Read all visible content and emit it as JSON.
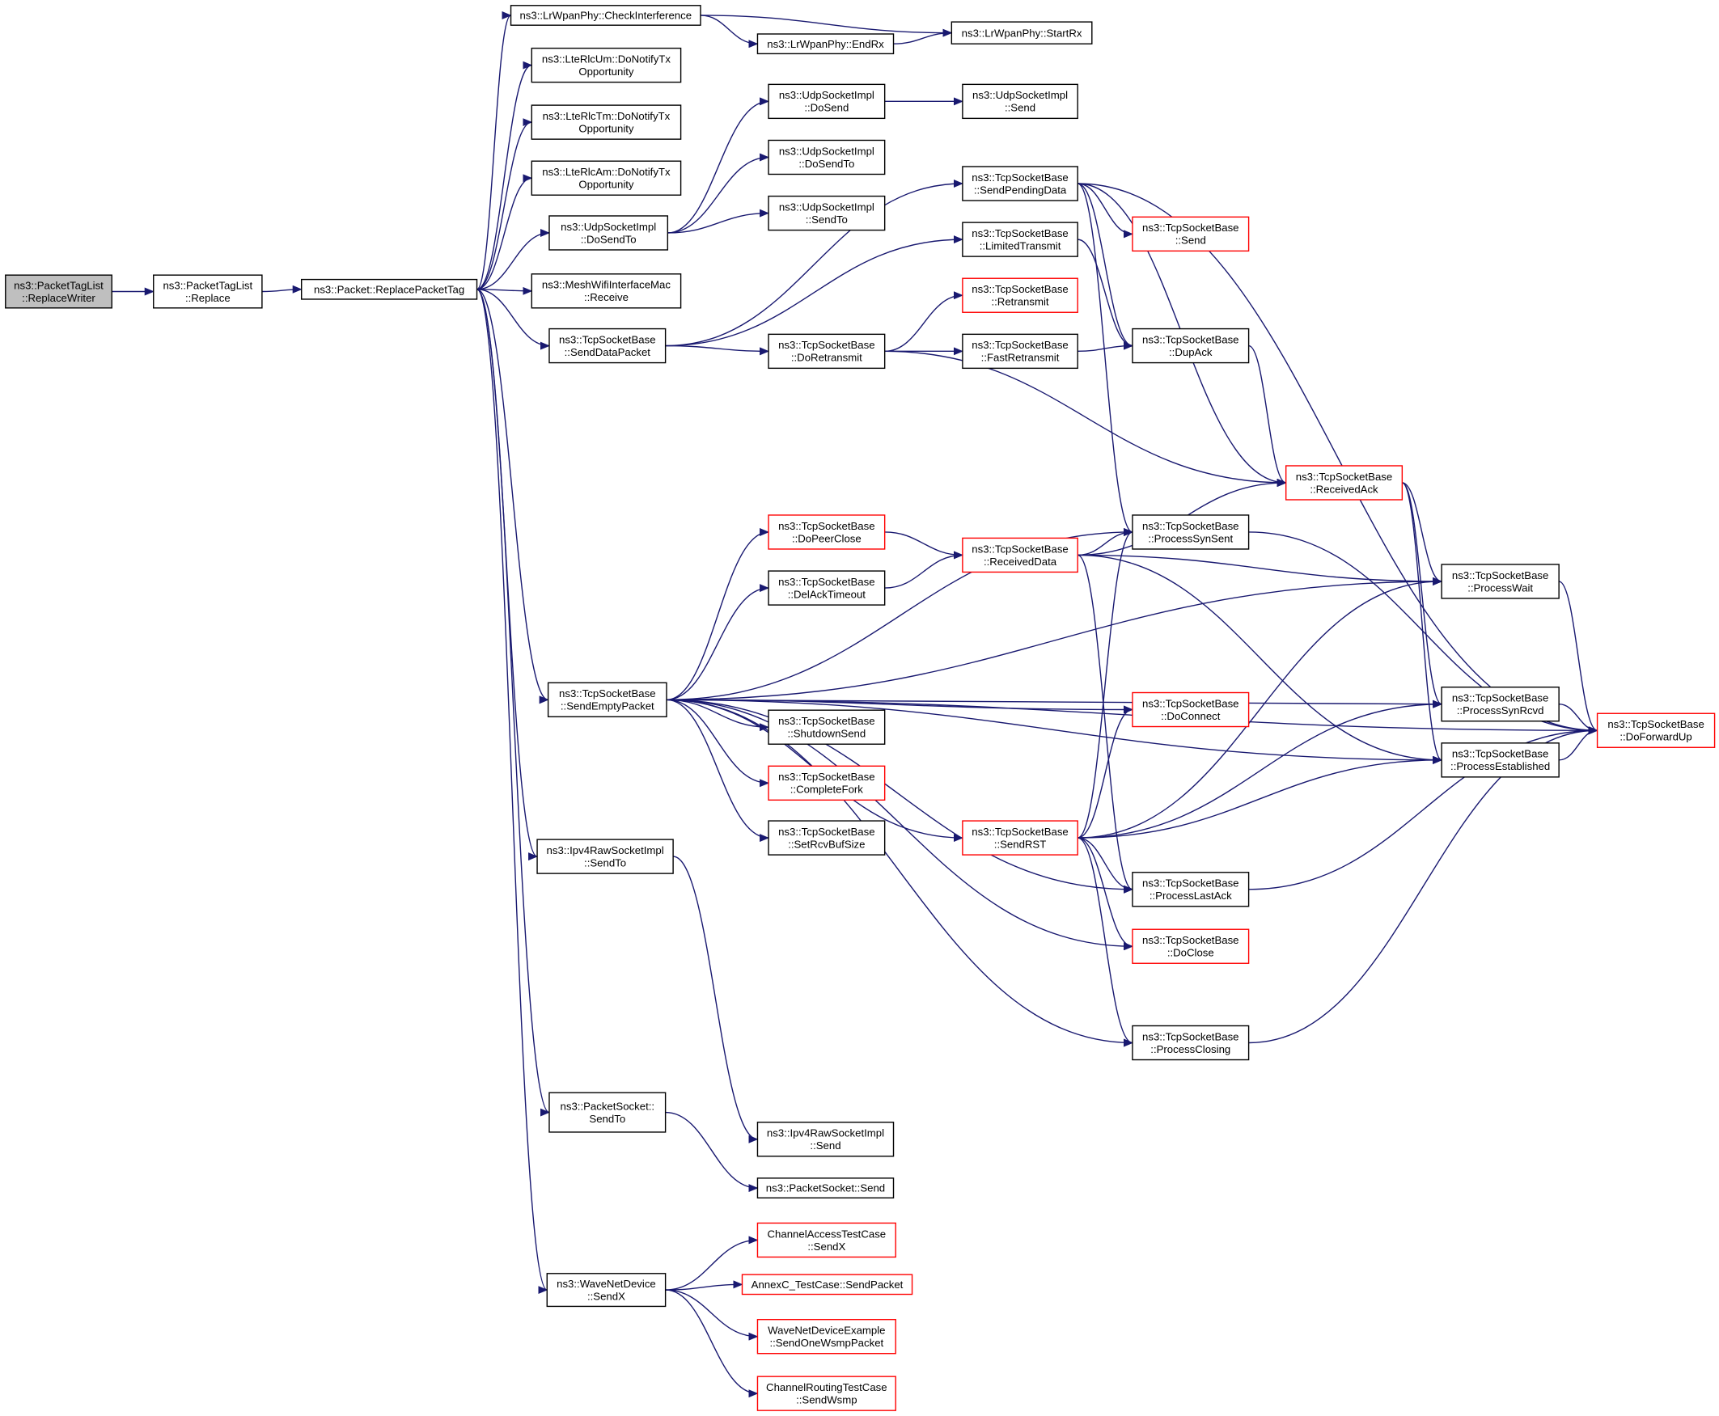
{
  "colors": {
    "edge": "#191970",
    "node_fill": "#ffffff",
    "focus_fill": "#bfbfbf",
    "border_normal": "#000000",
    "border_truncated": "#ff0000"
  },
  "nodes": [
    {
      "id": "n0",
      "lines": [
        "ns3::PacketTagList",
        "::ReplaceWriter"
      ],
      "style": "focus"
    },
    {
      "id": "n1",
      "lines": [
        "ns3::PacketTagList",
        "::Replace"
      ],
      "style": "normal"
    },
    {
      "id": "n2",
      "lines": [
        "ns3::Packet::ReplacePacketTag"
      ],
      "style": "normal"
    },
    {
      "id": "n3",
      "lines": [
        "ns3::LrWpanPhy::CheckInterference"
      ],
      "style": "normal"
    },
    {
      "id": "n4",
      "lines": [
        "ns3::LrWpanPhy::EndRx"
      ],
      "style": "normal"
    },
    {
      "id": "n5",
      "lines": [
        "ns3::LrWpanPhy::StartRx"
      ],
      "style": "normal"
    },
    {
      "id": "n6",
      "lines": [
        "ns3::LteRlcUm::DoNotifyTx",
        "Opportunity"
      ],
      "style": "normal"
    },
    {
      "id": "n7",
      "lines": [
        "ns3::LteRlcTm::DoNotifyTx",
        "Opportunity"
      ],
      "style": "normal"
    },
    {
      "id": "n8",
      "lines": [
        "ns3::LteRlcAm::DoNotifyTx",
        "Opportunity"
      ],
      "style": "normal"
    },
    {
      "id": "n9",
      "lines": [
        "ns3::UdpSocketImpl",
        "::DoSendTo"
      ],
      "style": "normal"
    },
    {
      "id": "n10",
      "lines": [
        "ns3::UdpSocketImpl",
        "::DoSend"
      ],
      "style": "normal"
    },
    {
      "id": "n11",
      "lines": [
        "ns3::UdpSocketImpl",
        "::Send"
      ],
      "style": "normal"
    },
    {
      "id": "n12",
      "lines": [
        "ns3::UdpSocketImpl",
        "::DoSendTo"
      ],
      "style": "normal"
    },
    {
      "id": "n13",
      "lines": [
        "ns3::UdpSocketImpl",
        "::SendTo"
      ],
      "style": "normal"
    },
    {
      "id": "n14",
      "lines": [
        "ns3::MeshWifiInterfaceMac",
        "::Receive"
      ],
      "style": "normal"
    },
    {
      "id": "n15",
      "lines": [
        "ns3::TcpSocketBase",
        "::SendDataPacket"
      ],
      "style": "normal"
    },
    {
      "id": "n16",
      "lines": [
        "ns3::TcpSocketBase",
        "::SendPendingData"
      ],
      "style": "normal"
    },
    {
      "id": "n17",
      "lines": [
        "ns3::TcpSocketBase",
        "::Send"
      ],
      "style": "truncated"
    },
    {
      "id": "n18",
      "lines": [
        "ns3::TcpSocketBase",
        "::LimitedTransmit"
      ],
      "style": "normal"
    },
    {
      "id": "n19",
      "lines": [
        "ns3::TcpSocketBase",
        "::Retransmit"
      ],
      "style": "truncated"
    },
    {
      "id": "n20",
      "lines": [
        "ns3::TcpSocketBase",
        "::DoRetransmit"
      ],
      "style": "normal"
    },
    {
      "id": "n21",
      "lines": [
        "ns3::TcpSocketBase",
        "::FastRetransmit"
      ],
      "style": "normal"
    },
    {
      "id": "n22",
      "lines": [
        "ns3::TcpSocketBase",
        "::DupAck"
      ],
      "style": "normal"
    },
    {
      "id": "n23",
      "lines": [
        "ns3::TcpSocketBase",
        "::ReceivedAck"
      ],
      "style": "truncated"
    },
    {
      "id": "n24",
      "lines": [
        "ns3::TcpSocketBase",
        "::DoPeerClose"
      ],
      "style": "truncated"
    },
    {
      "id": "n25",
      "lines": [
        "ns3::TcpSocketBase",
        "::ReceivedData"
      ],
      "style": "truncated"
    },
    {
      "id": "n26",
      "lines": [
        "ns3::TcpSocketBase",
        "::ProcessSynSent"
      ],
      "style": "normal"
    },
    {
      "id": "n27",
      "lines": [
        "ns3::TcpSocketBase",
        "::DelAckTimeout"
      ],
      "style": "normal"
    },
    {
      "id": "n28",
      "lines": [
        "ns3::TcpSocketBase",
        "::ProcessWait"
      ],
      "style": "normal"
    },
    {
      "id": "n29",
      "lines": [
        "ns3::TcpSocketBase",
        "::SendEmptyPacket"
      ],
      "style": "normal"
    },
    {
      "id": "n30",
      "lines": [
        "ns3::TcpSocketBase",
        "::DoConnect"
      ],
      "style": "truncated"
    },
    {
      "id": "n31",
      "lines": [
        "ns3::TcpSocketBase",
        "::ProcessSynRcvd"
      ],
      "style": "normal"
    },
    {
      "id": "n32",
      "lines": [
        "ns3::TcpSocketBase",
        "::ShutdownSend"
      ],
      "style": "normal"
    },
    {
      "id": "n33",
      "lines": [
        "ns3::TcpSocketBase",
        "::DoForwardUp"
      ],
      "style": "truncated"
    },
    {
      "id": "n34",
      "lines": [
        "ns3::TcpSocketBase",
        "::ProcessEstablished"
      ],
      "style": "normal"
    },
    {
      "id": "n35",
      "lines": [
        "ns3::TcpSocketBase",
        "::CompleteFork"
      ],
      "style": "truncated"
    },
    {
      "id": "n36",
      "lines": [
        "ns3::TcpSocketBase",
        "::SetRcvBufSize"
      ],
      "style": "normal"
    },
    {
      "id": "n37",
      "lines": [
        "ns3::TcpSocketBase",
        "::SendRST"
      ],
      "style": "truncated"
    },
    {
      "id": "n38",
      "lines": [
        "ns3::Ipv4RawSocketImpl",
        "::SendTo"
      ],
      "style": "normal"
    },
    {
      "id": "n39",
      "lines": [
        "ns3::TcpSocketBase",
        "::ProcessLastAck"
      ],
      "style": "normal"
    },
    {
      "id": "n40",
      "lines": [
        "ns3::TcpSocketBase",
        "::DoClose"
      ],
      "style": "truncated"
    },
    {
      "id": "n41",
      "lines": [
        "ns3::TcpSocketBase",
        "::ProcessClosing"
      ],
      "style": "normal"
    },
    {
      "id": "n42",
      "lines": [
        "ns3::PacketSocket::",
        "SendTo"
      ],
      "style": "normal"
    },
    {
      "id": "n43",
      "lines": [
        "ns3::Ipv4RawSocketImpl",
        "::Send"
      ],
      "style": "normal"
    },
    {
      "id": "n44",
      "lines": [
        "ns3::PacketSocket::Send"
      ],
      "style": "normal"
    },
    {
      "id": "n45",
      "lines": [
        "ChannelAccessTestCase",
        "::SendX"
      ],
      "style": "truncated"
    },
    {
      "id": "n46",
      "lines": [
        "ns3::WaveNetDevice",
        "::SendX"
      ],
      "style": "normal"
    },
    {
      "id": "n47",
      "lines": [
        "AnnexC_TestCase::SendPacket"
      ],
      "style": "truncated"
    },
    {
      "id": "n48",
      "lines": [
        "WaveNetDeviceExample",
        "::SendOneWsmpPacket"
      ],
      "style": "truncated"
    },
    {
      "id": "n49",
      "lines": [
        "ChannelRoutingTestCase",
        "::SendWsmp"
      ],
      "style": "truncated"
    }
  ],
  "edges": [
    [
      "n1",
      "n0"
    ],
    [
      "n2",
      "n1"
    ],
    [
      "n3",
      "n2"
    ],
    [
      "n6",
      "n2"
    ],
    [
      "n7",
      "n2"
    ],
    [
      "n8",
      "n2"
    ],
    [
      "n9",
      "n2"
    ],
    [
      "n14",
      "n2"
    ],
    [
      "n15",
      "n2"
    ],
    [
      "n29",
      "n2"
    ],
    [
      "n38",
      "n2"
    ],
    [
      "n42",
      "n2"
    ],
    [
      "n46",
      "n2"
    ],
    [
      "n4",
      "n3"
    ],
    [
      "n5",
      "n3"
    ],
    [
      "n5",
      "n4"
    ],
    [
      "n10",
      "n9"
    ],
    [
      "n12",
      "n9"
    ],
    [
      "n13",
      "n9"
    ],
    [
      "n11",
      "n10"
    ],
    [
      "n16",
      "n15"
    ],
    [
      "n18",
      "n15"
    ],
    [
      "n20",
      "n15"
    ],
    [
      "n17",
      "n16"
    ],
    [
      "n22",
      "n16"
    ],
    [
      "n23",
      "n16"
    ],
    [
      "n26",
      "n16"
    ],
    [
      "n33",
      "n16"
    ],
    [
      "n22",
      "n18"
    ],
    [
      "n19",
      "n20"
    ],
    [
      "n21",
      "n20"
    ],
    [
      "n23",
      "n20"
    ],
    [
      "n22",
      "n21"
    ],
    [
      "n23",
      "n22"
    ],
    [
      "n28",
      "n23"
    ],
    [
      "n31",
      "n23"
    ],
    [
      "n34",
      "n23"
    ],
    [
      "n24",
      "n29"
    ],
    [
      "n27",
      "n29"
    ],
    [
      "n26",
      "n29"
    ],
    [
      "n28",
      "n29"
    ],
    [
      "n30",
      "n29"
    ],
    [
      "n31",
      "n29"
    ],
    [
      "n32",
      "n29"
    ],
    [
      "n35",
      "n29"
    ],
    [
      "n36",
      "n29"
    ],
    [
      "n37",
      "n29"
    ],
    [
      "n39",
      "n29"
    ],
    [
      "n40",
      "n29"
    ],
    [
      "n34",
      "n29"
    ],
    [
      "n41",
      "n29"
    ],
    [
      "n33",
      "n29"
    ],
    [
      "n25",
      "n24"
    ],
    [
      "n25",
      "n27"
    ],
    [
      "n26",
      "n25"
    ],
    [
      "n28",
      "n25"
    ],
    [
      "n34",
      "n25"
    ],
    [
      "n39",
      "n25"
    ],
    [
      "n23",
      "n25"
    ],
    [
      "n33",
      "n26"
    ],
    [
      "n33",
      "n28"
    ],
    [
      "n33",
      "n31"
    ],
    [
      "n33",
      "n34"
    ],
    [
      "n33",
      "n39"
    ],
    [
      "n33",
      "n41"
    ],
    [
      "n26",
      "n37"
    ],
    [
      "n28",
      "n37"
    ],
    [
      "n30",
      "n37"
    ],
    [
      "n31",
      "n37"
    ],
    [
      "n34",
      "n37"
    ],
    [
      "n39",
      "n37"
    ],
    [
      "n40",
      "n37"
    ],
    [
      "n41",
      "n37"
    ],
    [
      "n43",
      "n38"
    ],
    [
      "n44",
      "n42"
    ],
    [
      "n45",
      "n46"
    ],
    [
      "n47",
      "n46"
    ],
    [
      "n48",
      "n46"
    ],
    [
      "n49",
      "n46"
    ]
  ]
}
